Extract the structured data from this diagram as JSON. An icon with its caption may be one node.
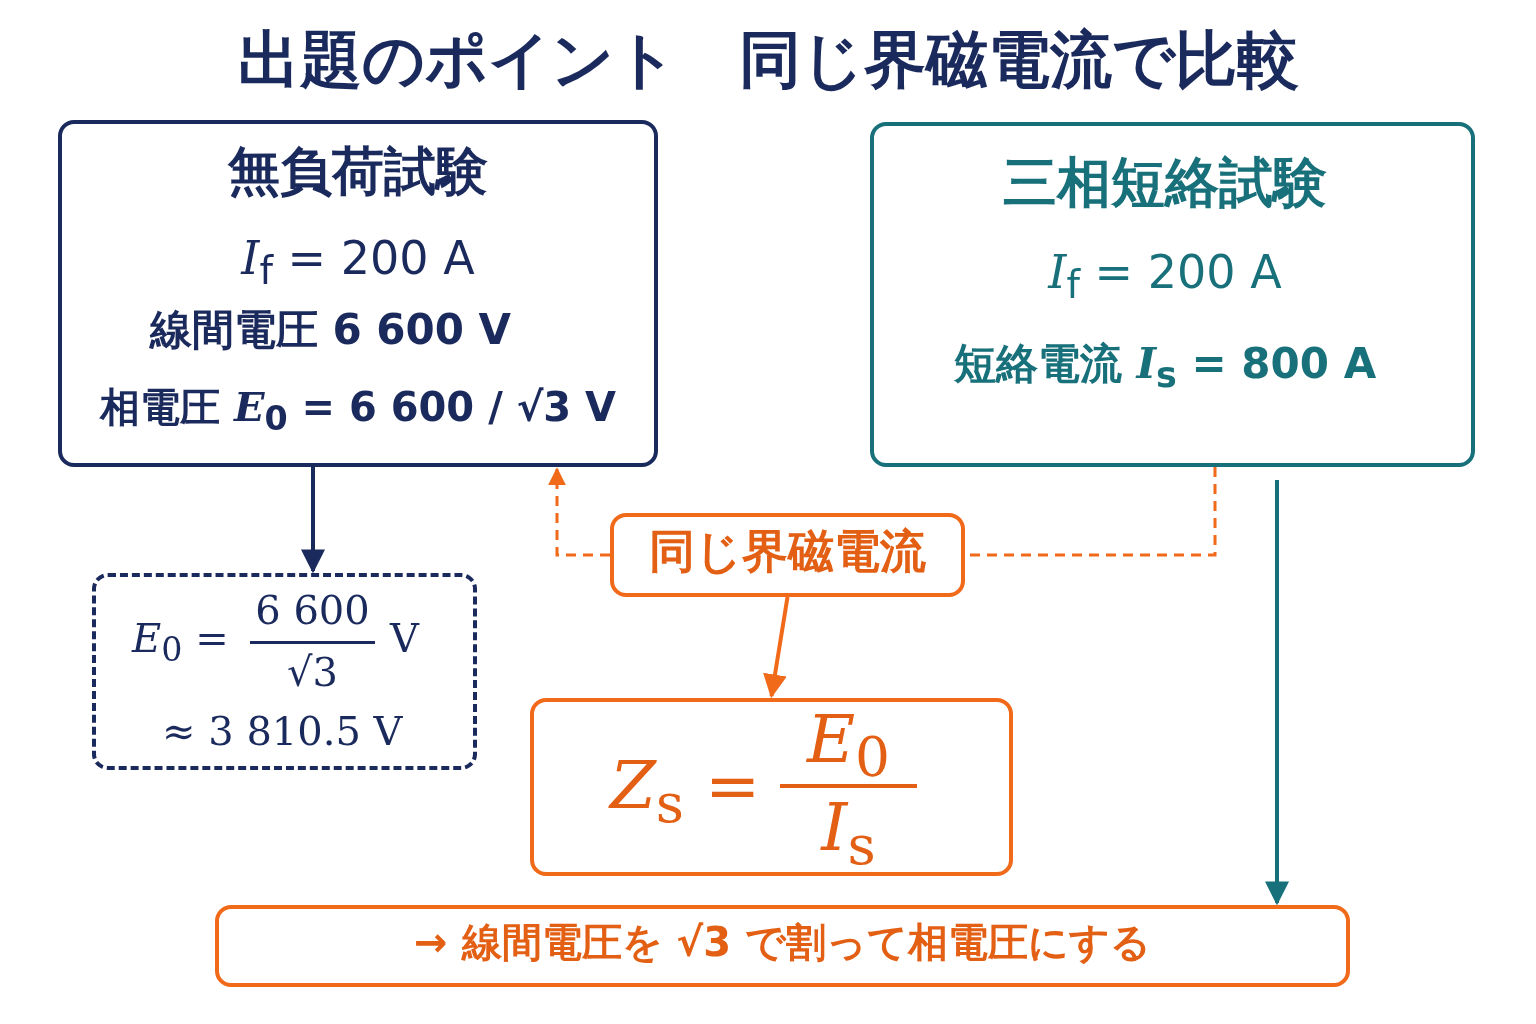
{
  "diagram": {
    "title": "出題のポイント　同じ界磁電流で比較",
    "nodes": [
      {
        "text": [
          "無負荷試験",
          "*I*$_{f}$ = 200 A",
          "線間電圧 6 600 V",
          "相電圧 *E*$_{0}$ = 6 600 / √3 V"
        ]
      },
      {
        "text": [
          "三相短絡試験",
          "*I*$_{f}$ = 200 A",
          "短絡電流 *I*$_{s}$ = 800 A"
        ]
      },
      {
        "text": [
          "*E*$_{0}$ =",
          "6 600",
          "√3",
          "V",
          "≈ 3 810.5 V"
        ]
      },
      {
        "text": [
          "同じ界磁電流"
        ]
      },
      {
        "text": [
          "*Z*$_{s}$ =",
          "*E*$_{0}$",
          "*I*$_{s}$"
        ]
      },
      {
        "text": [
          "→ 線間電圧を √3 で割って相電圧にする"
        ]
      }
    ],
    "edges": [
      {
        "from": 0,
        "to": 2,
        "arrow": "to",
        "color": "#1b2a5c"
      },
      {
        "from": 3,
        "to": 0,
        "arrow": "to",
        "style": "dashed",
        "color": "#f06a1a"
      },
      {
        "from": 1,
        "to": 3,
        "arrow": "none",
        "style": "dashed",
        "color": "#f06a1a"
      },
      {
        "from": 3,
        "to": 4,
        "arrow": "to",
        "color": "#f06a1a"
      },
      {
        "from": 1,
        "to": 5,
        "arrow": "to",
        "color": "#17707a"
      }
    ]
  }
}
